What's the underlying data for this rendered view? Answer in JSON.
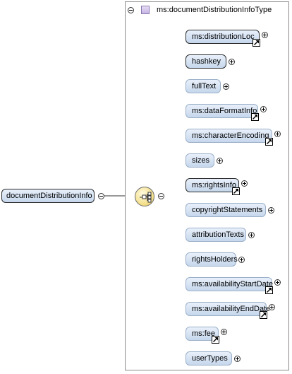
{
  "root": {
    "label": "documentDistributionInfo"
  },
  "type_box": {
    "label": "ms:documentDistributionInfoType"
  },
  "compositor": {
    "kind": "sequence"
  },
  "children": [
    {
      "label": "ms:distributionLoc",
      "required": true,
      "reference": true
    },
    {
      "label": "hashkey",
      "required": true,
      "reference": false
    },
    {
      "label": "fullText",
      "required": false,
      "reference": false
    },
    {
      "label": "ms:dataFormatInfo",
      "required": false,
      "reference": true
    },
    {
      "label": "ms:characterEncoding",
      "required": false,
      "reference": true
    },
    {
      "label": "sizes",
      "required": false,
      "reference": false
    },
    {
      "label": "ms:rightsInfo",
      "required": true,
      "reference": true
    },
    {
      "label": "copyrightStatements",
      "required": false,
      "reference": false
    },
    {
      "label": "attributionTexts",
      "required": false,
      "reference": false
    },
    {
      "label": "rightsHolders",
      "required": false,
      "reference": false
    },
    {
      "label": "ms:availabilityStartDate",
      "required": false,
      "reference": true
    },
    {
      "label": "ms:availabilityEndDate",
      "required": false,
      "reference": true
    },
    {
      "label": "ms:fee",
      "required": false,
      "reference": true
    },
    {
      "label": "userTypes",
      "required": false,
      "reference": false
    }
  ]
}
